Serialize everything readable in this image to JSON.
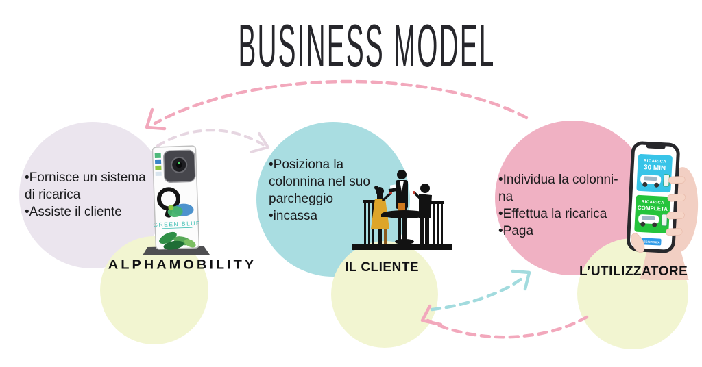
{
  "title": "BUSINESS MODEL",
  "nodes": [
    {
      "id": "alphamobility",
      "label": "ALPHAMOBILITY",
      "bullets": "•Fornisce un sistema\ndi ricarica\n•Assiste il cliente"
    },
    {
      "id": "il-cliente",
      "label": "IL CLIENTE",
      "bullets": "•Posiziona la\ncolonnina nel suo\nparcheggio\n•incassa"
    },
    {
      "id": "l-utilizzatore",
      "label": "L’UTILIZZATORE",
      "bullets": "•Individua la colonni-\nna\n•Effettua la ricarica\n•Paga"
    }
  ],
  "station": {
    "brand": "GREEN BLUE"
  },
  "phone": {
    "card1_label": "RICARICA",
    "card1_value": "30 MIN",
    "card2_label": "RICARICA",
    "card2_value": "COMPLETA",
    "button_label": "ASSISTENZA"
  },
  "colors": {
    "circle_lavender": "#ebe5ee",
    "circle_teal": "#a9dde1",
    "circle_pink": "#f0b1c3",
    "circle_pale_yellow": "#f2f5d1",
    "arrow_pink": "#f2a8bc",
    "arrow_light_lavender": "#e6d6e1",
    "arrow_teal": "#a2dbde",
    "card_cyan": "#38c4e8",
    "card_green": "#25c43c",
    "button_blue": "#2f9be8",
    "brand_teal": "#3fbfb4",
    "title_ink": "#26262b"
  }
}
